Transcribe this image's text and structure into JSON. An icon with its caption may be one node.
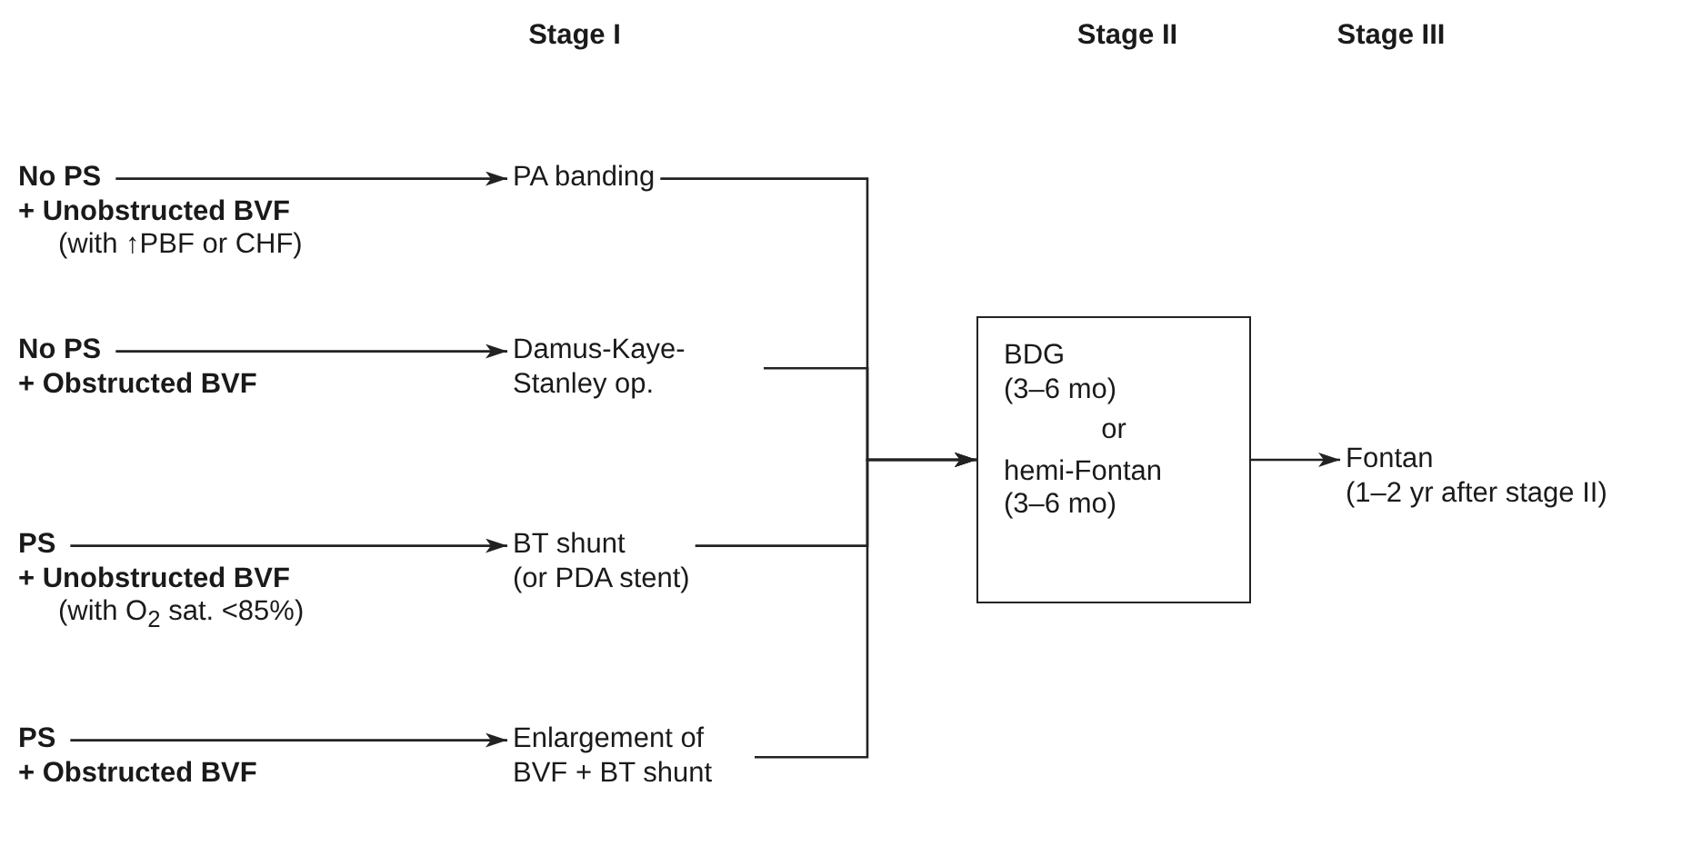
{
  "diagram": {
    "nodes": [
      {
        "text": [
          "No PS",
          "+ Unobstructed BVF",
          "(with ↑PBF or CHF)"
        ]
      },
      {
        "text": [
          "PA banding"
        ]
      },
      {
        "text": [
          "No PS",
          "+ Obstructed BVF"
        ]
      },
      {
        "text": [
          "Damus-Kaye-Stanley op."
        ]
      },
      {
        "text": [
          "PS",
          "+ Unobstructed BVF",
          "(with O$_{2}$ sat. <85%)"
        ]
      },
      {
        "text": [
          "BT shunt",
          "(or PDA stent)"
        ]
      },
      {
        "text": [
          "PS",
          "+ Obstructed BVF"
        ]
      },
      {
        "text": [
          "Enlargement of BVF + BT shunt"
        ]
      },
      {
        "text": [
          "BDG",
          "(3–6 mo)",
          "or",
          "hemi-Fontan",
          "(3–6 mo)"
        ]
      },
      {
        "text": [
          "Fontan",
          "(1–2 yr after stage II)"
        ]
      }
    ],
    "edges": [
      {
        "from": 0,
        "to": 1,
        "arrow": "to"
      },
      {
        "from": 2,
        "to": 3,
        "arrow": "to"
      },
      {
        "from": 4,
        "to": 5,
        "arrow": "to"
      },
      {
        "from": 6,
        "to": 7,
        "arrow": "to"
      },
      {
        "from": 1,
        "to": 8,
        "arrow": "to"
      },
      {
        "from": 3,
        "to": 8,
        "arrow": "to"
      },
      {
        "from": 5,
        "to": 8,
        "arrow": "to"
      },
      {
        "from": 7,
        "to": 8,
        "arrow": "to"
      },
      {
        "from": 8,
        "to": 9,
        "arrow": "to"
      }
    ],
    "labels": [
      "Stage I",
      "Stage II",
      "Stage III"
    ]
  }
}
